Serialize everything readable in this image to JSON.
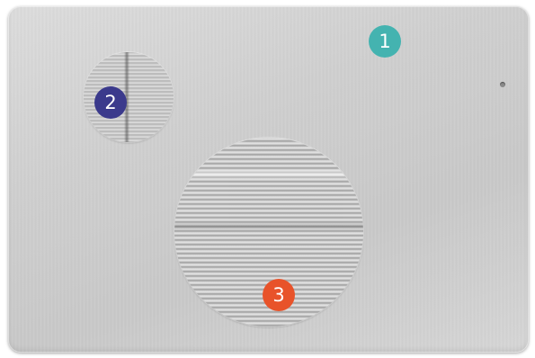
{
  "callouts": [
    {
      "label": "1",
      "color": "#44b3b0",
      "target": "panel"
    },
    {
      "label": "2",
      "color": "#3b3a8c",
      "target": "small-detail-lens"
    },
    {
      "label": "3",
      "color": "#e8532a",
      "target": "large-detail-lens"
    }
  ],
  "colors": {
    "panel": "#d2d2d2",
    "background": "#ffffff"
  }
}
